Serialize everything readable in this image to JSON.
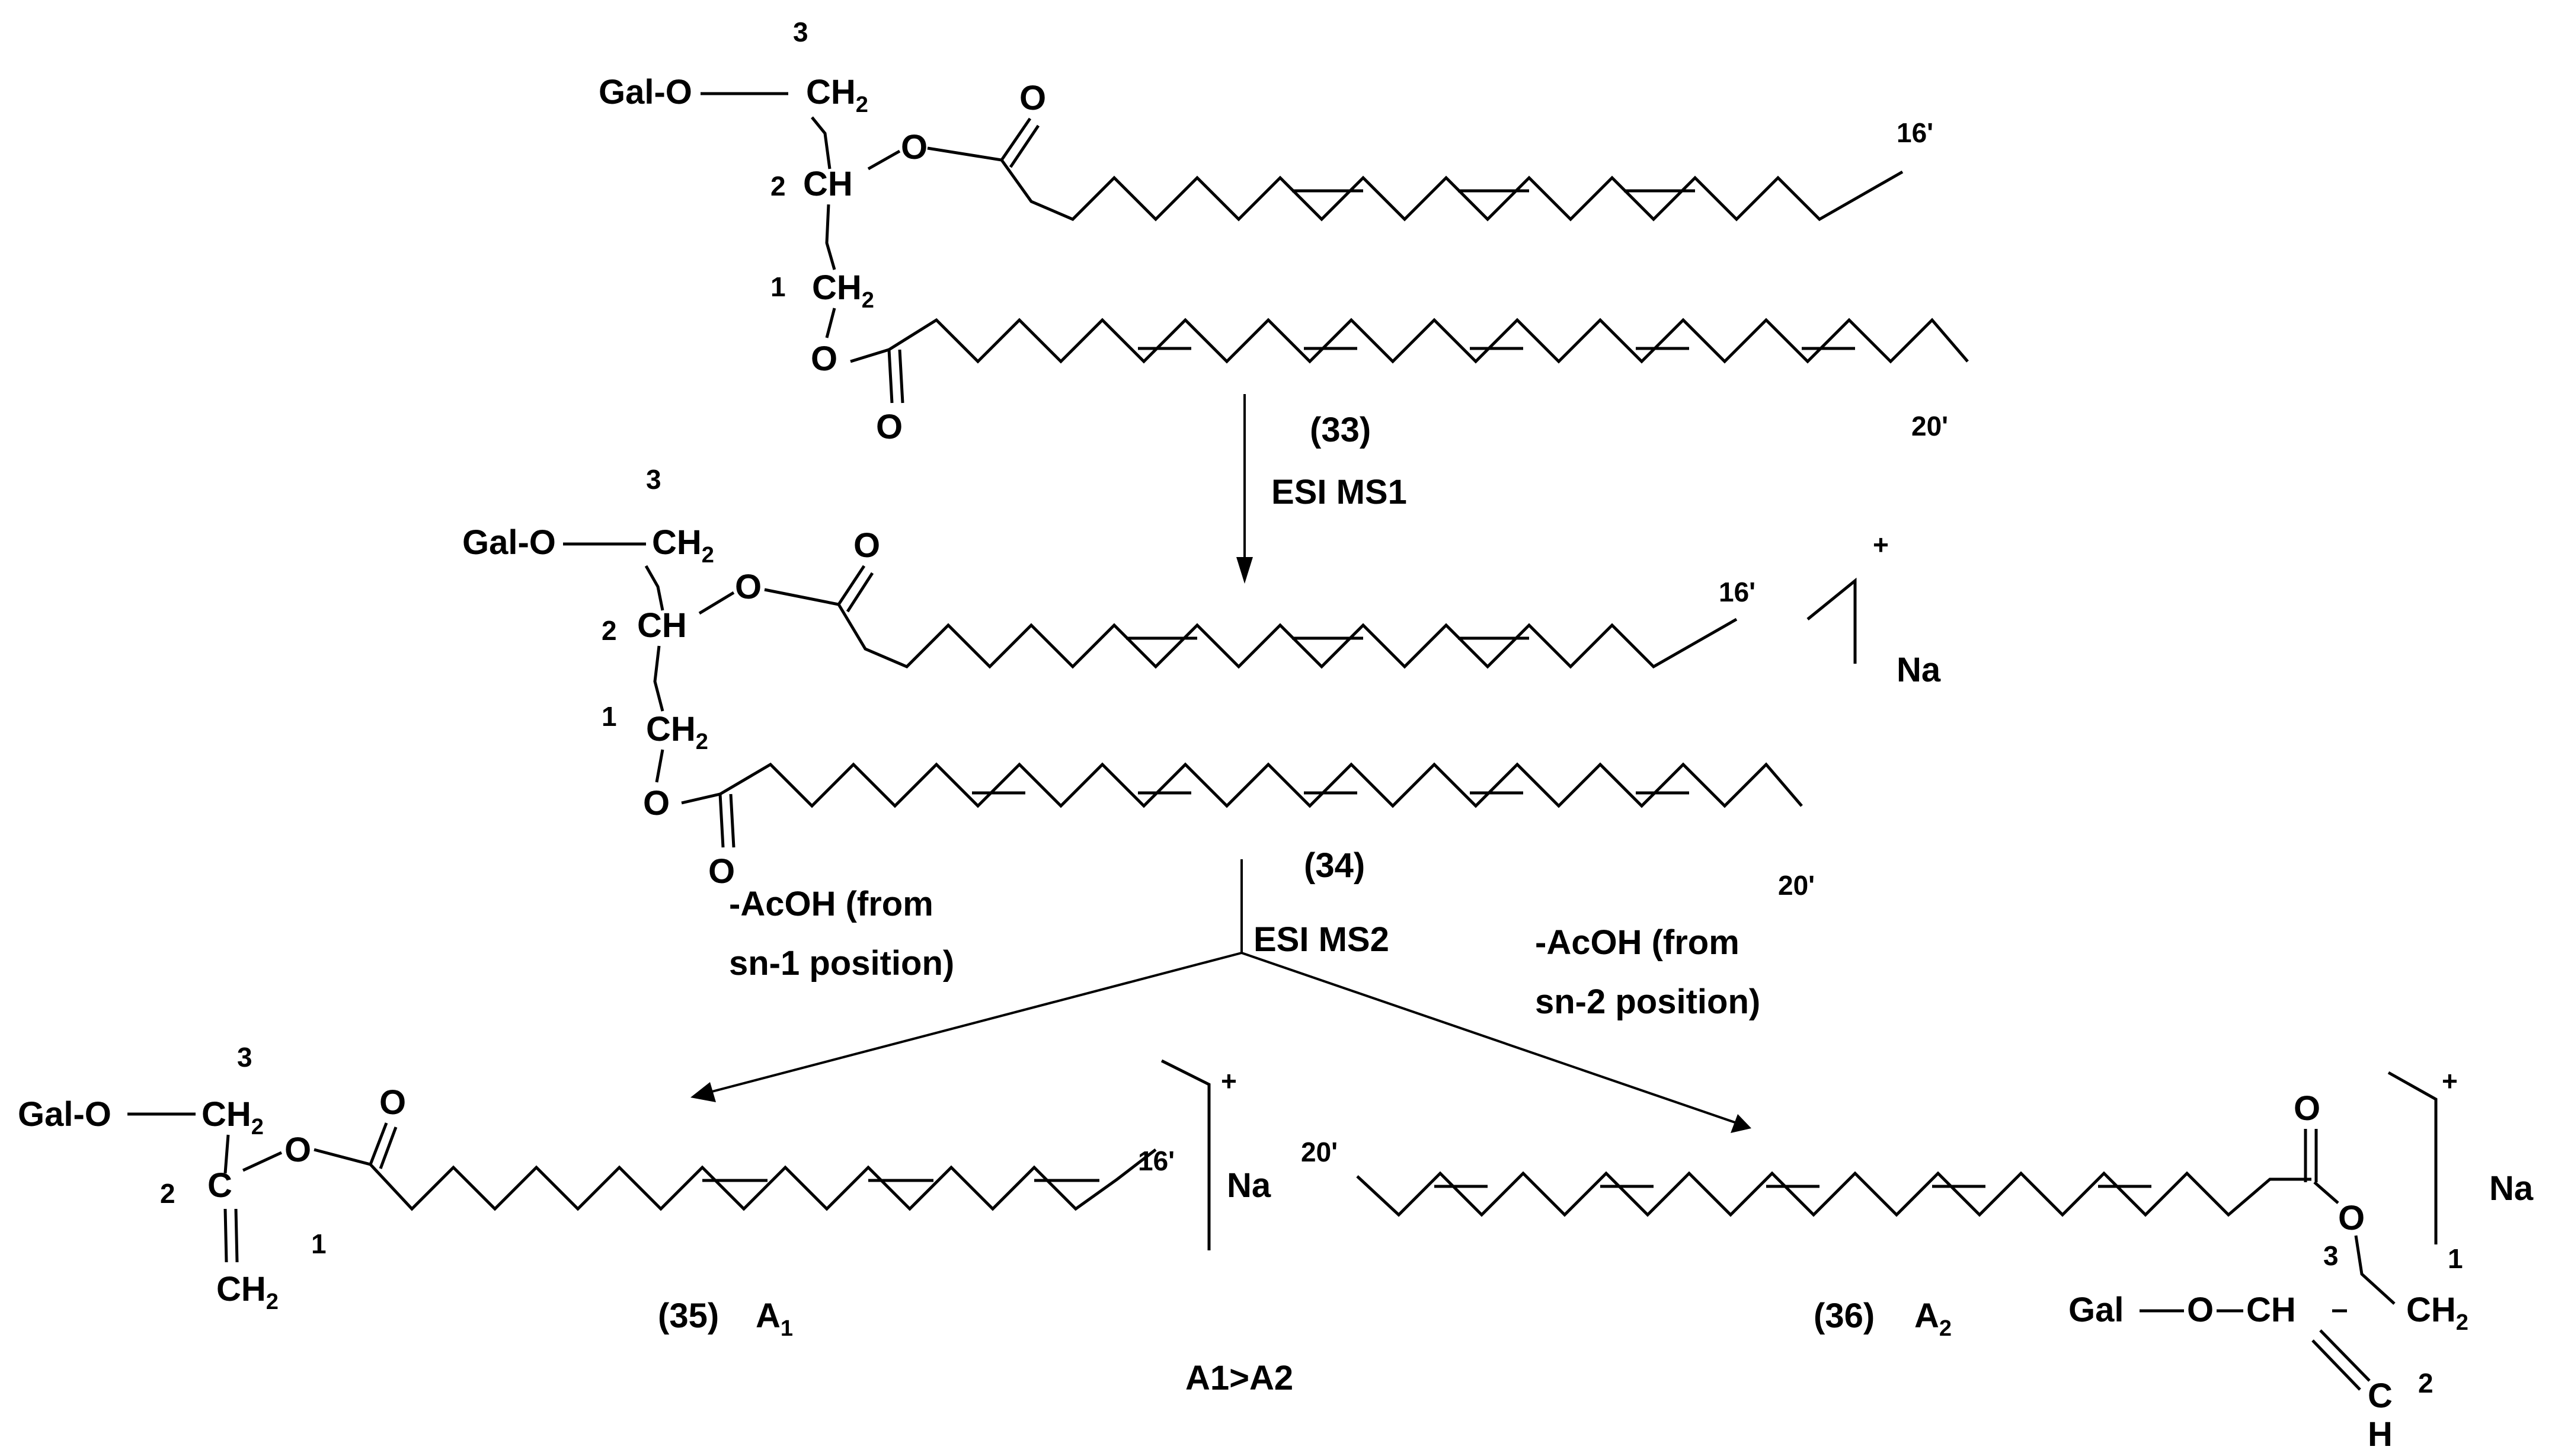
{
  "labels": {
    "gal_o": "Gal-O",
    "gal": "Gal",
    "o": "O",
    "ch2": "CH",
    "ch": "CH",
    "c": "C",
    "h": "H",
    "sub2": "2",
    "pos1": "1",
    "pos2": "2",
    "pos3": "3",
    "na": "Na",
    "plus": "+",
    "c16": "16'",
    "c20": "20'"
  },
  "compounds": {
    "c33": "(33)",
    "c34": "(34)",
    "c35": "(35)",
    "c36": "(36)",
    "a1": "A",
    "a2": "A",
    "sub_1": "1",
    "sub_2": "2"
  },
  "steps": {
    "ms1": "ESI MS1",
    "ms2": "ESI MS2",
    "left_line1": "-AcOH (from",
    "left_line2": "sn-1 position)",
    "right_line1": "-AcOH (from",
    "right_line2": "sn-2 position)",
    "ratio": "A1>A2"
  }
}
